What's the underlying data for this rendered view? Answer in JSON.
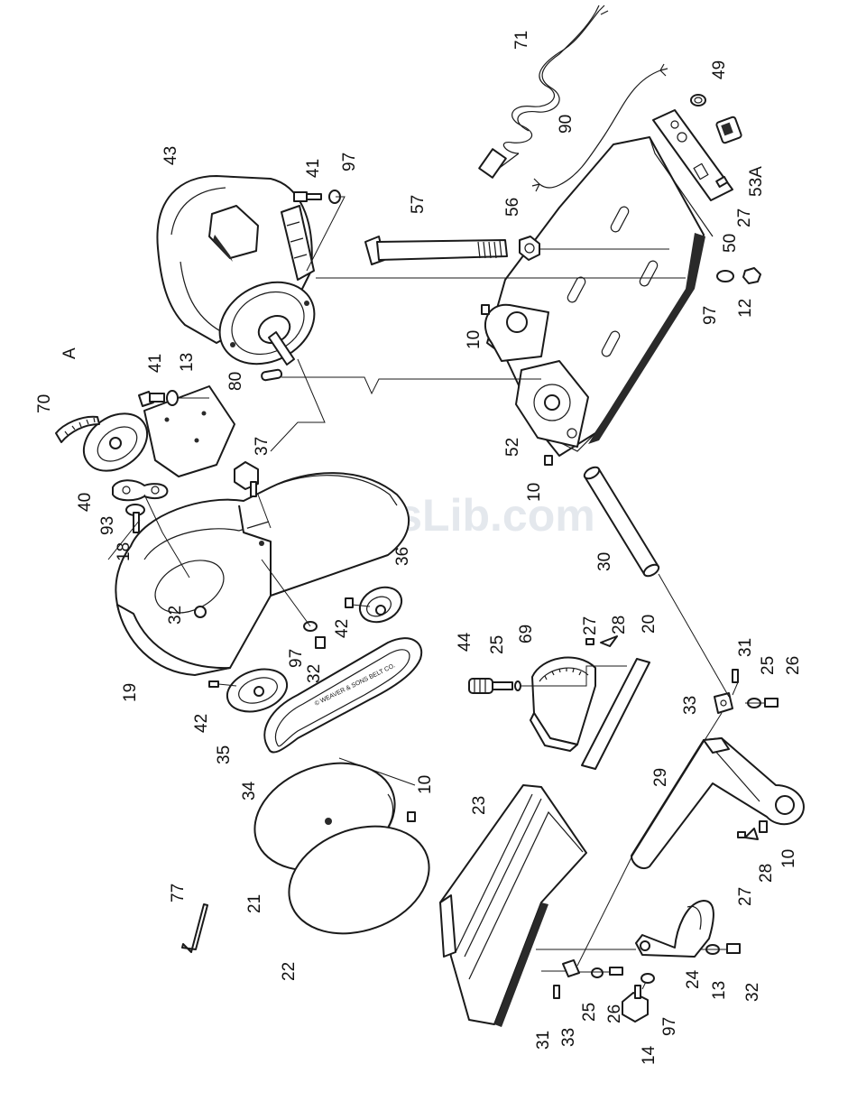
{
  "watermark": "ManualsLib.com",
  "belt_print": "© WEAVER & SONS BELT CO.",
  "callouts": [
    "71",
    "49",
    "90",
    "53A",
    "43",
    "41",
    "97",
    "57",
    "56",
    "27",
    "50",
    "97",
    "12",
    "10",
    "A",
    "70",
    "41",
    "13",
    "80",
    "52",
    "10",
    "37",
    "40",
    "93",
    "18",
    "30",
    "36",
    "32",
    "42",
    "97",
    "32",
    "44",
    "25",
    "69",
    "27",
    "28",
    "20",
    "31",
    "25",
    "26",
    "19",
    "42",
    "35",
    "33",
    "34",
    "10",
    "23",
    "29",
    "21",
    "22",
    "77",
    "28",
    "10",
    "27",
    "24",
    "13",
    "32",
    "97",
    "31",
    "33",
    "25",
    "26",
    "14"
  ]
}
